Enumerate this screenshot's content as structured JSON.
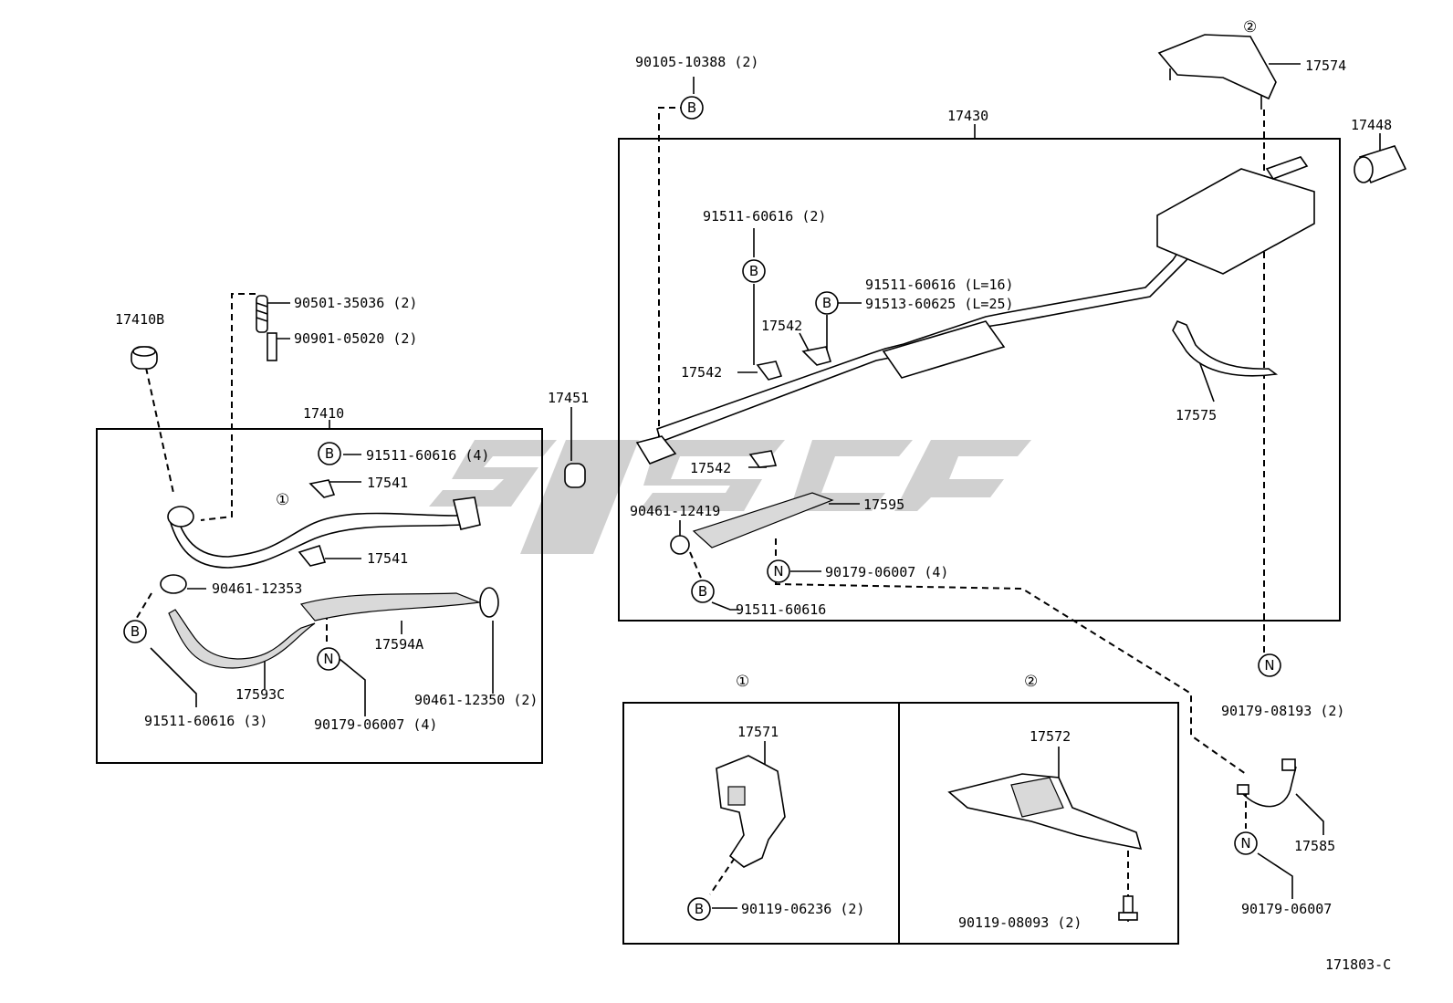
{
  "labels": {
    "p17410B": "17410B",
    "p90501": "90501-35036 (2)",
    "p90901": "90901-05020 (2)",
    "p17410": "17410",
    "p91511_4": "91511-60616 (4)",
    "p17541a": "17541",
    "p17541b": "17541",
    "p90461_12353": "90461-12353",
    "p17594A": "17594A",
    "p17593C": "17593C",
    "p91511_3": "91511-60616 (3)",
    "p90179_4a": "90179-06007 (4)",
    "p90461_12350": "90461-12350 (2)",
    "p17451": "17451",
    "p90105": "90105-10388 (2)",
    "p17430": "17430",
    "p91511_2": "91511-60616 (2)",
    "p91511_L16": "91511-60616 (L=16)",
    "p91513_L25": "91513-60625 (L=25)",
    "p17542a": "17542",
    "p17542b": "17542",
    "p17542c": "17542",
    "p90461_12419": "90461-12419",
    "p17595": "17595",
    "p90179_4b": "90179-06007 (4)",
    "p91511_single": "91511-60616",
    "p17574": "17574",
    "p17448": "17448",
    "p17575": "17575",
    "p90179_08193": "90179-08193 (2)",
    "p17571": "17571",
    "p90119_06236": "90119-06236 (2)",
    "p17572": "17572",
    "p90119_08093": "90119-08093 (2)",
    "p17585": "17585",
    "p90179_06007": "90179-06007",
    "ref": "171803-C"
  },
  "markers": {
    "B": "B",
    "N": "N",
    "one": "①",
    "two": "②"
  },
  "colors": {
    "ink": "#000000",
    "paper": "#ffffff",
    "watermark": "#c8c8c8"
  }
}
